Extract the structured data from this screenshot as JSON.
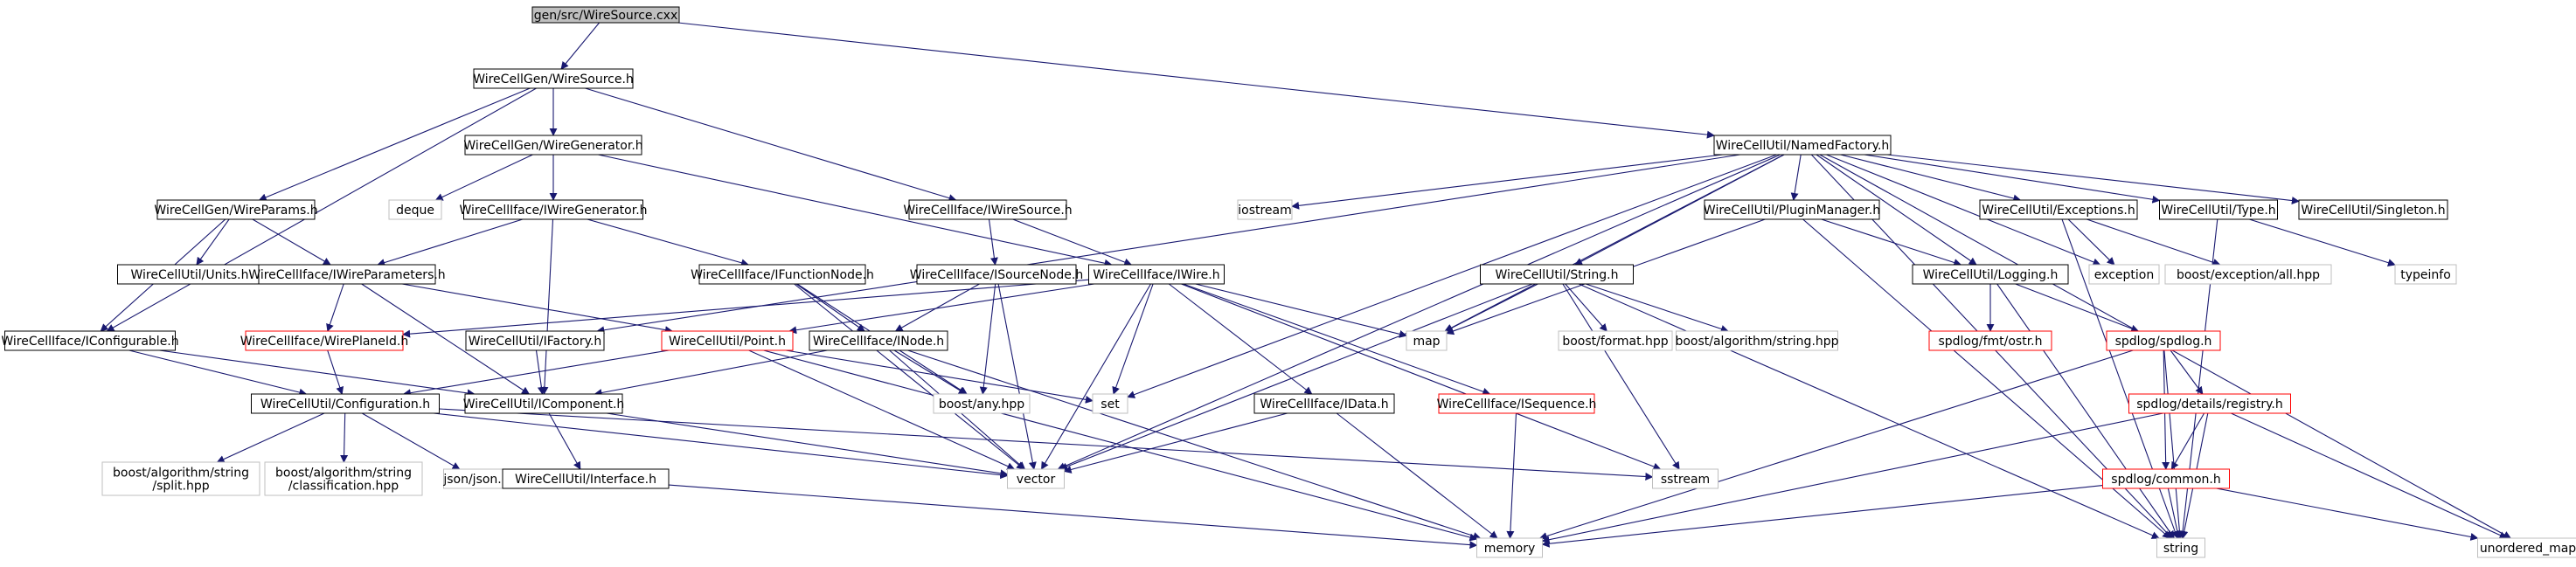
{
  "title": "gen/src/WireSource.cxx",
  "colors": {
    "root_fill": "#bfbfbf",
    "edge": "#191970",
    "text": "#000000",
    "border_black": "#000000",
    "border_red": "#ff0000",
    "border_grey": "#bfbfbf",
    "text_red": "#ff0000"
  },
  "nodes": {
    "root": "gen/src/WireSource.cxx",
    "gen_wiresource_h": "WireCellGen/WireSource.h",
    "namedfactory": "WireCellUtil/NamedFactory.h",
    "wiregenerator": "WireCellGen/WireGenerator.h",
    "wireparams": "WireCellGen/WireParams.h",
    "iwiresource": "WireCellIface/IWireSource.h",
    "iostream": "iostream",
    "pluginmanager": "WireCellUtil/PluginManager.h",
    "exceptions": "WireCellUtil/Exceptions.h",
    "type": "WireCellUtil/Type.h",
    "singleton": "WireCellUtil/Singleton.h",
    "deque": "deque",
    "iwiregenerator": "WireCellIface/IWireGenerator.h",
    "units": "WireCellUtil/Units.h",
    "iwireparameters": "WireCellIface/IWireParameters.h",
    "ifunctionnode": "WireCellIface/IFunctionNode.h",
    "isourcenode": "WireCellIface/ISourceNode.h",
    "iwire": "WireCellIface/IWire.h",
    "string_h": "WireCellUtil/String.h",
    "logging": "WireCellUtil/Logging.h",
    "exception": "exception",
    "boost_exception_all": "boost/exception/all.hpp",
    "typeinfo": "typeinfo",
    "iconfigurable": "WireCellIface/IConfigurable.h",
    "iwireplaneid": "WireCellIface/WirePlaneId.h",
    "ifactory": "WireCellUtil/IFactory.h",
    "point": "WireCellUtil/Point.h",
    "inode": "WireCellIface/INode.h",
    "set": "set",
    "map": "map",
    "boost_format": "boost/format.hpp",
    "boost_algorithm_string": "boost/algorithm/string.hpp",
    "spdlog_fmt_ostr": "spdlog/fmt/ostr.h",
    "spdlog_spdlog": "spdlog/spdlog.h",
    "configuration": "WireCellUtil/Configuration.h",
    "icomponent": "WireCellUtil/IComponent.h",
    "boost_any": "boost/any.hpp",
    "idata": "WireCellIface/IData.h",
    "isequence": "WireCellIface/ISequence.h",
    "spdlog_registry": "spdlog/details/registry.h",
    "boost_split": [
      "boost/algorithm/string",
      "/split.hpp"
    ],
    "boost_classification": [
      "boost/algorithm/string",
      "/classification.hpp"
    ],
    "json": "json/json.h",
    "interface": "WireCellUtil/Interface.h",
    "vector": "vector",
    "sstream": "sstream",
    "spdlog_common": "spdlog/common.h",
    "memory": "memory",
    "string": "string",
    "unordered_map": "unordered_map"
  }
}
